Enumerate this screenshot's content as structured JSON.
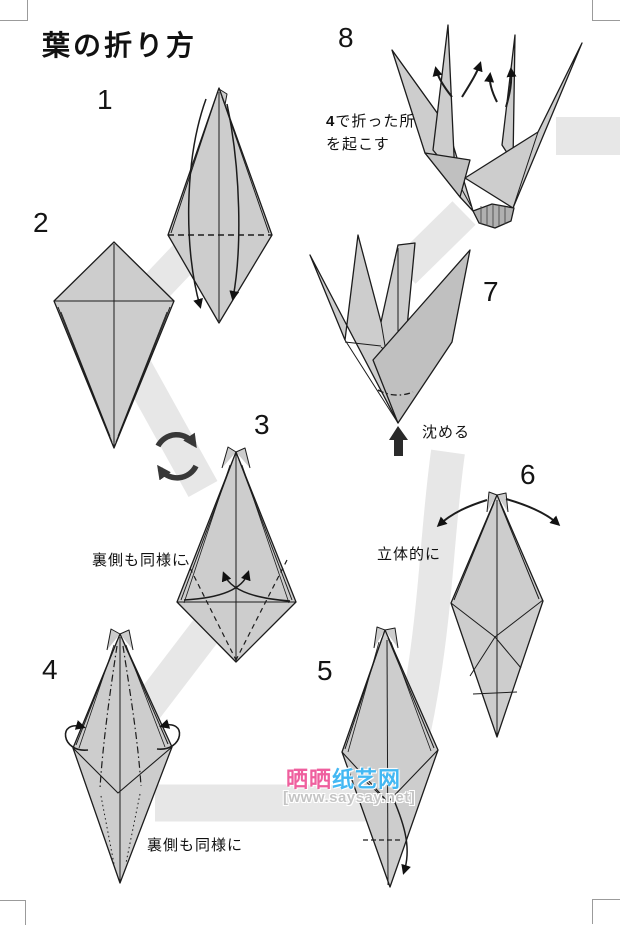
{
  "title": "葉の折り方",
  "steps": [
    {
      "number": "1",
      "note": ""
    },
    {
      "number": "2",
      "note": ""
    },
    {
      "number": "3",
      "note": "裏側も同様に"
    },
    {
      "number": "4",
      "note": "裏側も同様に"
    },
    {
      "number": "5",
      "note": ""
    },
    {
      "number": "6",
      "note": "立体的に"
    },
    {
      "number": "7",
      "note": "沈める"
    },
    {
      "number": "8",
      "note_bold": "4",
      "note_rest": "で折った所",
      "note_line2": "を起こす"
    }
  ],
  "icons": {
    "turn_over_symbol": "rotate-circular-arrows",
    "sink_arrow": "thick-up-arrow",
    "fold_arrows": "curved-fold-arrows"
  },
  "watermark": {
    "name_part1": "晒晒",
    "name_part2": "纸艺网",
    "url": "[www.saysay.net]",
    "pink": "#ef5f9e",
    "blue": "#44b8f3",
    "gray": "#c4c4c4"
  },
  "colors": {
    "paper_fill": "#cdcdcd",
    "paper_fill_dark": "#c0c0c0",
    "paper_base": "#b0b0b0",
    "outline": "#1c1c1c",
    "flow_ribbon": "#e7e7e7",
    "corner_mark": "#9b9b9b"
  }
}
